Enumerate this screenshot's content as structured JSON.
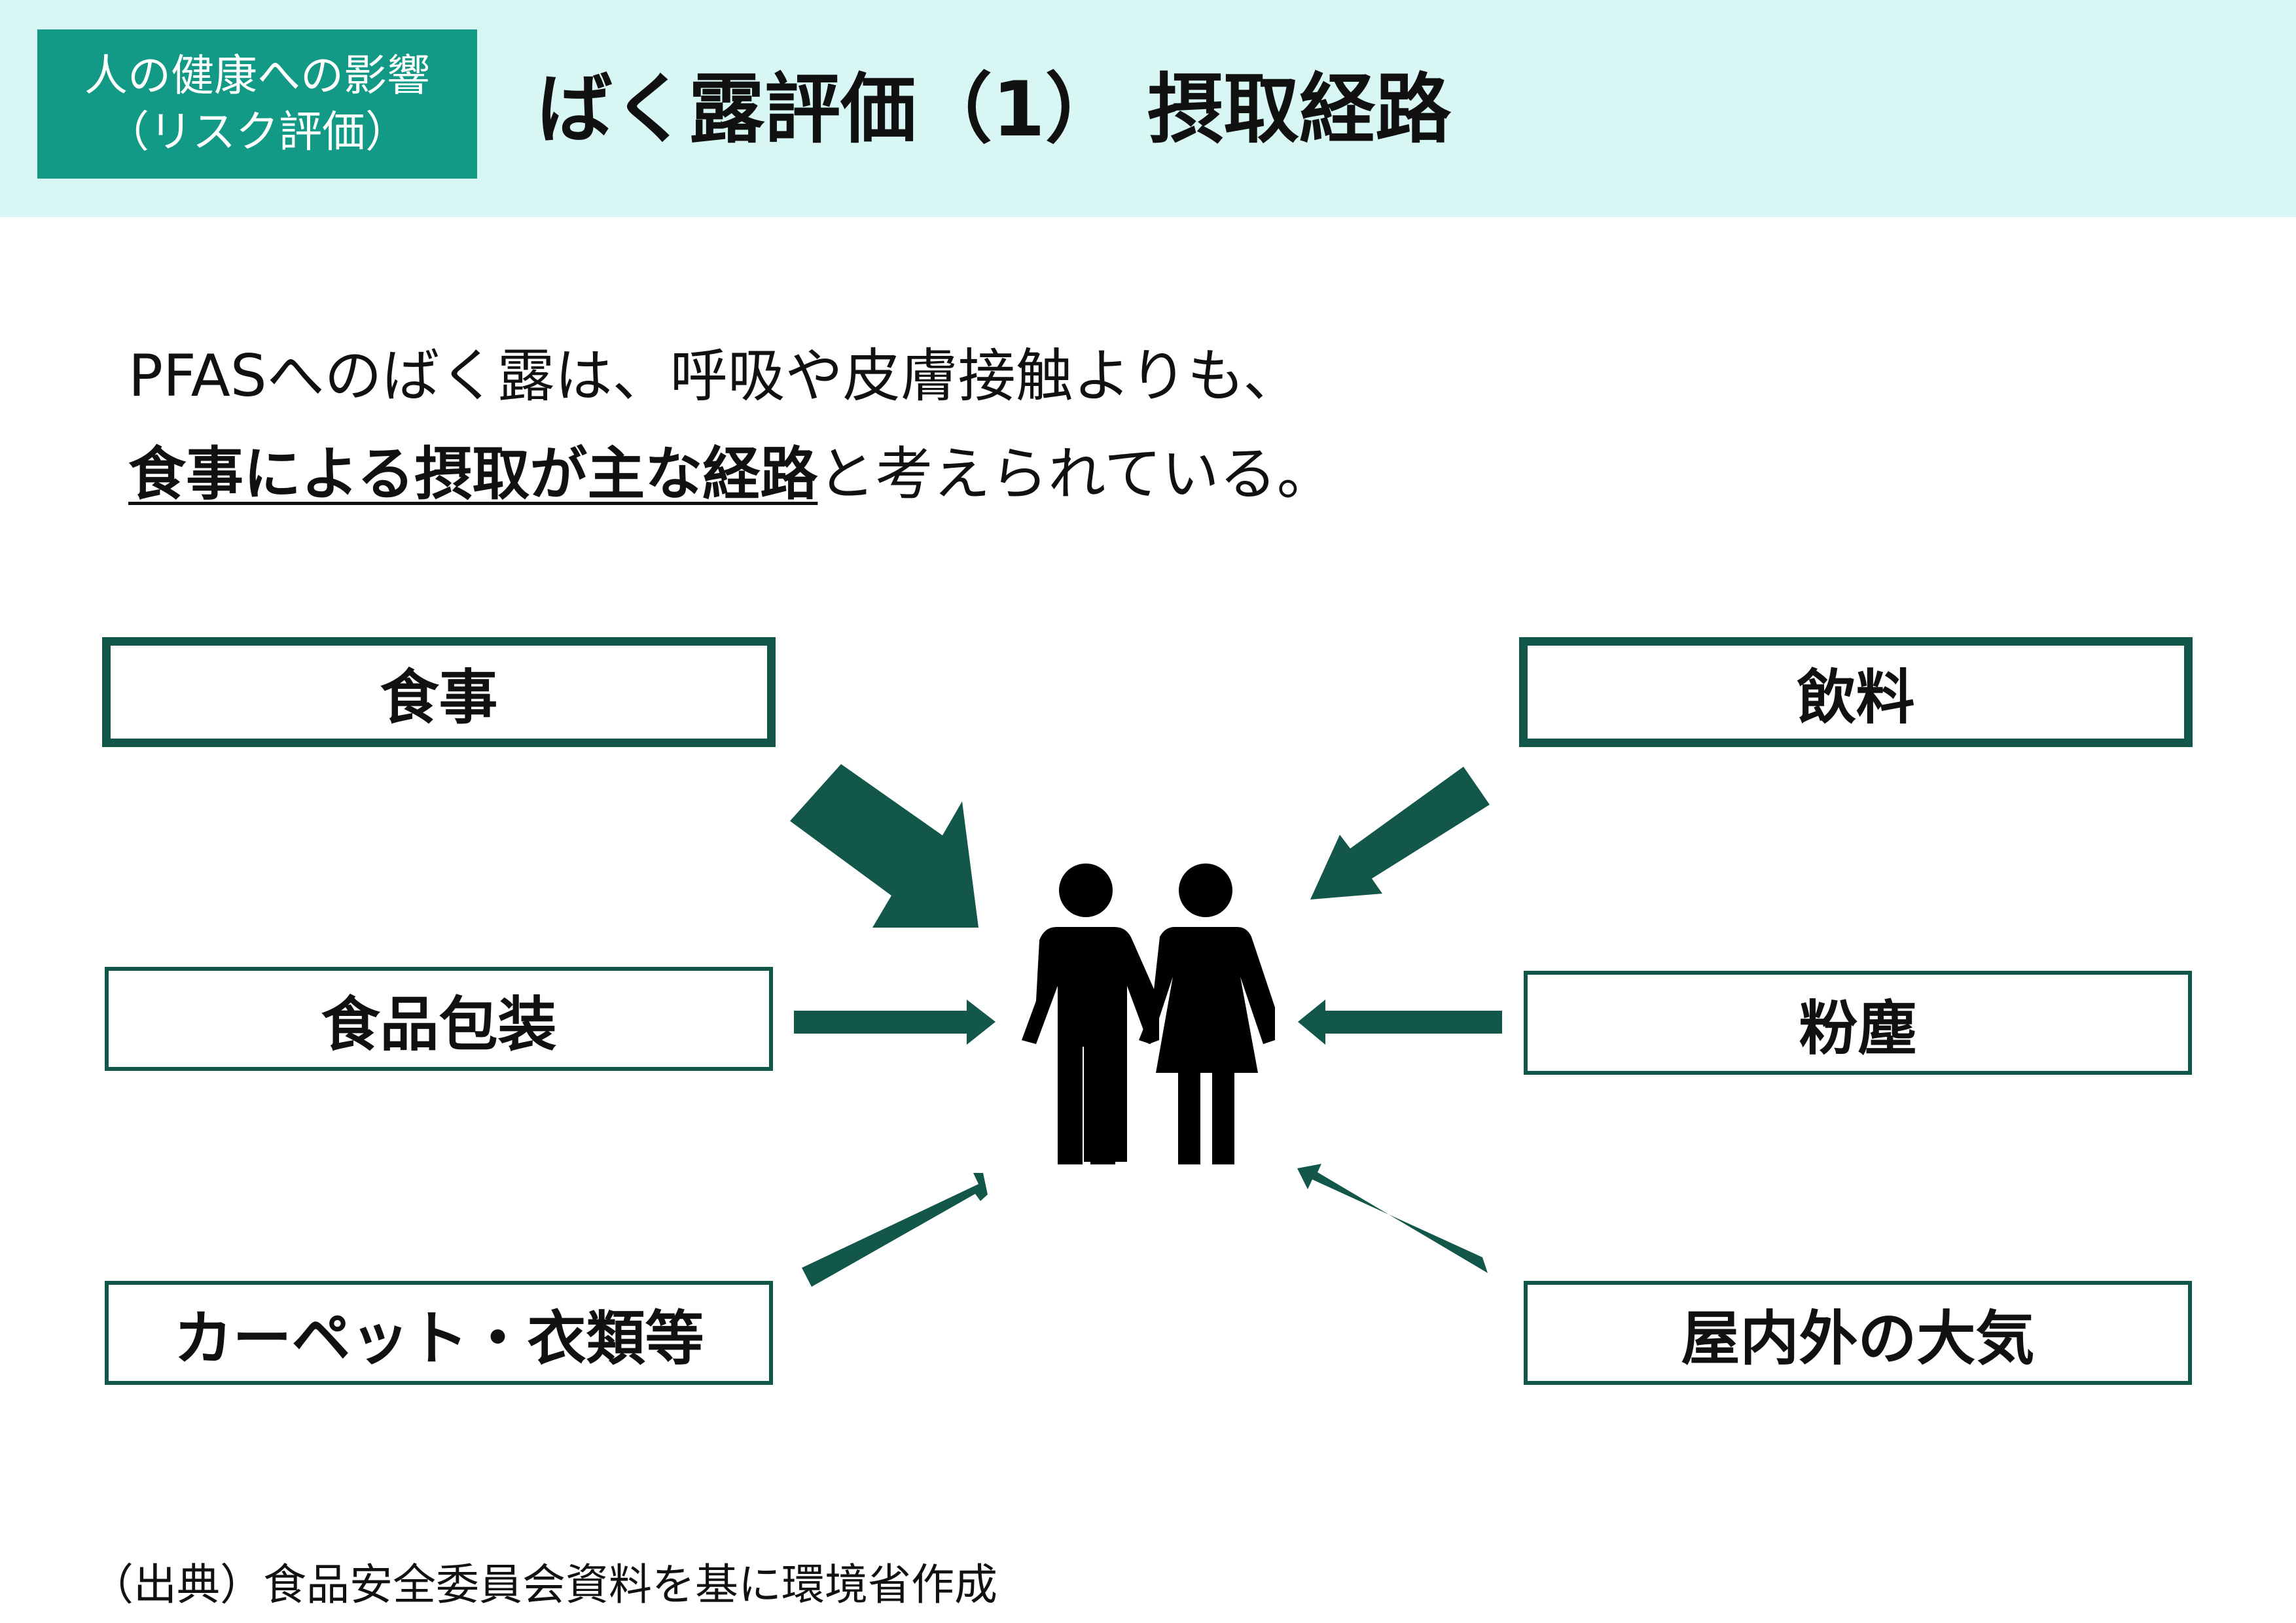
{
  "header": {
    "category_line1": "人の健康への影響",
    "category_line2": "（リスク評価）",
    "title": "ばく露評価（1） 摂取経路"
  },
  "summary": {
    "line1": "PFASへのばく露は、呼吸や皮膚接触よりも、",
    "line2_emphasis": "食事による摂取が主な経路",
    "line2_rest": "と考えられている。"
  },
  "sources": {
    "food": "食事",
    "drink": "飲料",
    "food_packaging": "食品包装",
    "dust": "粉塵",
    "carpet_clothing": "カーペット・衣類等",
    "air": "屋内外の大気"
  },
  "footer": {
    "citation": "（出典）食品安全委員会資料を基に環境省作成"
  },
  "colors": {
    "header_band": "#d8f6f4",
    "category_tag": "#139a87",
    "arrow": "#12574a",
    "box_border": "#12574a",
    "figure": "#000000"
  },
  "icons": {
    "people": "person-couple-icon"
  }
}
